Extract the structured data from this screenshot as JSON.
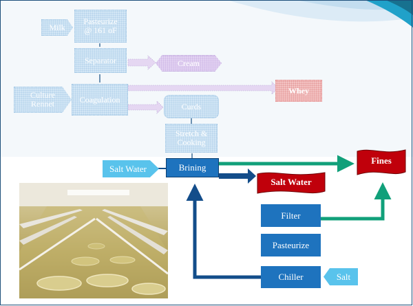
{
  "diagram": {
    "title": "",
    "upper_nodes": {
      "milk": "Milk",
      "pasteurize_top": "Pasteurize\n@ 161 oF",
      "separator": "Separator",
      "cream": "Cream",
      "culture_rennet": "Culture\nRennet",
      "coagulation": "Coagulation",
      "whey": "Whey",
      "curds": "Curds",
      "stretch": "Stretch &\nCooking"
    },
    "lower_nodes": {
      "salt_water_in": "Salt Water",
      "brining": "Brining",
      "salt_water_out": "Salt Water",
      "fines": "Fines",
      "filter": "Filter",
      "pasteurize": "Pasteurize",
      "chiller": "Chiller",
      "salt": "Salt"
    },
    "colors": {
      "process_box": "#1e73be",
      "input_box": "#59c3ec",
      "output_banner": "#c0000b",
      "recycle_arrow": "#11a07a",
      "loop_arrow": "#134d8a",
      "faded_box": "#d2e6f5"
    },
    "photo": {
      "subject": "brine-tank-with-floating-cheese-wheels"
    }
  }
}
